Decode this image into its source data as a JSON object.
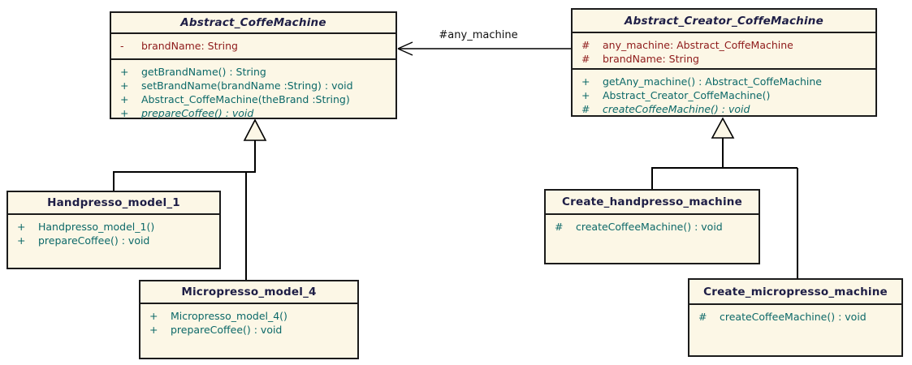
{
  "diagram": {
    "type": "uml-class-diagram",
    "association": {
      "label": "#any_machine"
    },
    "colors": {
      "box_fill": "#FCF7E6",
      "border": "#1B1B1B",
      "title_text": "#1E1E46",
      "attribute_text": "#8E1A1A",
      "method_text": "#0B6868",
      "connector": "#000000"
    },
    "classes": [
      {
        "name": "Abstract_CoffeMachine",
        "abstract": true,
        "attributes": [
          {
            "visibility": "-",
            "text": "brandName: String"
          }
        ],
        "methods": [
          {
            "visibility": "+",
            "text": "getBrandName() : String"
          },
          {
            "visibility": "+",
            "text": "setBrandName(brandName :String) : void"
          },
          {
            "visibility": "+",
            "text": "Abstract_CoffeMachine(theBrand :String)"
          },
          {
            "visibility": "+",
            "text": "prepareCoffee() : void"
          }
        ]
      },
      {
        "name": "Abstract_Creator_CoffeMachine",
        "abstract": true,
        "attributes": [
          {
            "visibility": "#",
            "text": "any_machine: Abstract_CoffeMachine"
          },
          {
            "visibility": "#",
            "text": "brandName: String"
          }
        ],
        "methods": [
          {
            "visibility": "+",
            "text": "getAny_machine() : Abstract_CoffeMachine"
          },
          {
            "visibility": "+",
            "text": "Abstract_Creator_CoffeMachine()"
          },
          {
            "visibility": "#",
            "text": "createCoffeeMachine() : void"
          }
        ]
      },
      {
        "name": "Handpresso_model_1",
        "abstract": false,
        "attributes": [],
        "methods": [
          {
            "visibility": "+",
            "text": "Handpresso_model_1()"
          },
          {
            "visibility": "+",
            "text": "prepareCoffee() : void"
          }
        ]
      },
      {
        "name": "Micropresso_model_4",
        "abstract": false,
        "attributes": [],
        "methods": [
          {
            "visibility": "+",
            "text": "Micropresso_model_4()"
          },
          {
            "visibility": "+",
            "text": "prepareCoffee() : void"
          }
        ]
      },
      {
        "name": "Create_handpresso_machine",
        "abstract": false,
        "attributes": [],
        "methods": [
          {
            "visibility": "#",
            "text": "createCoffeeMachine() : void"
          }
        ]
      },
      {
        "name": "Create_micropresso_machine",
        "abstract": false,
        "attributes": [],
        "methods": [
          {
            "visibility": "#",
            "text": "createCoffeeMachine() : void"
          }
        ]
      }
    ]
  }
}
